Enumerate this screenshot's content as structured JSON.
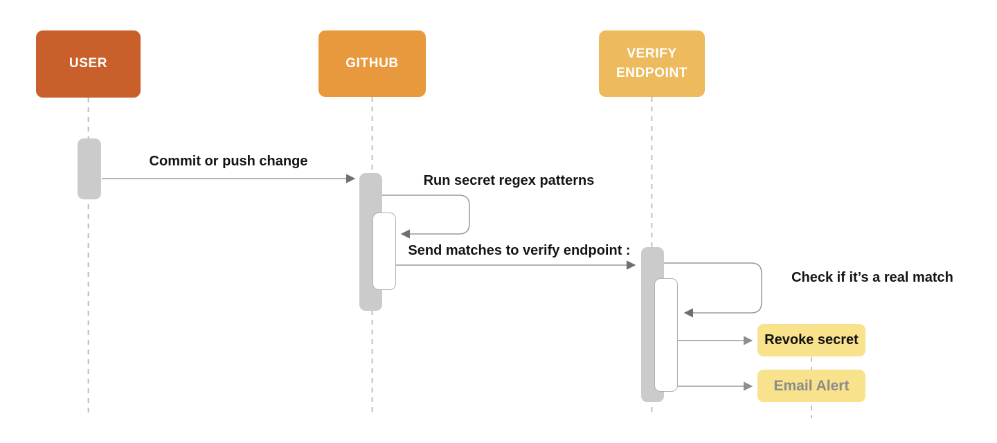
{
  "diagram_type": "sequence-diagram",
  "actors": [
    {
      "id": "user",
      "label": "USER"
    },
    {
      "id": "github",
      "label": "GITHUB"
    },
    {
      "id": "verify-endpoint",
      "label": "VERIFY ENDPOINT"
    }
  ],
  "messages": [
    {
      "from": "user",
      "to": "github",
      "kind": "arrow",
      "label": "Commit or push change"
    },
    {
      "from": "github",
      "to": "github",
      "kind": "self-loop",
      "label": "Run secret regex patterns"
    },
    {
      "from": "github",
      "to": "verify-endpoint",
      "kind": "arrow",
      "label": "Send matches to verify endpoint :"
    },
    {
      "from": "verify-endpoint",
      "to": "verify-endpoint",
      "kind": "self-loop",
      "label": "Check if it’s a real match"
    },
    {
      "from": "verify-endpoint",
      "to": "revoke-secret",
      "kind": "arrow",
      "label": ""
    },
    {
      "from": "verify-endpoint",
      "to": "email-alert",
      "kind": "arrow",
      "label": ""
    }
  ],
  "targets": [
    {
      "id": "revoke-secret",
      "label": "Revoke secret"
    },
    {
      "id": "email-alert",
      "label": "Email Alert"
    }
  ],
  "colors": {
    "user_box": "#c95f2b",
    "github_box": "#e9993d",
    "verify_box": "#edbb5e",
    "target_box": "#f8e28c",
    "activation_bar": "#cbcbcb",
    "nested_bar_border": "#b0b0b0",
    "lifeline": "#b0b0b0",
    "arrow_line": "#9a9a9a",
    "arrowhead": "#6f6f6f",
    "message_text": "#141414",
    "email_alert_text": "#8b8b8b",
    "actor_text": "#ffffff",
    "background": "#ffffff"
  }
}
